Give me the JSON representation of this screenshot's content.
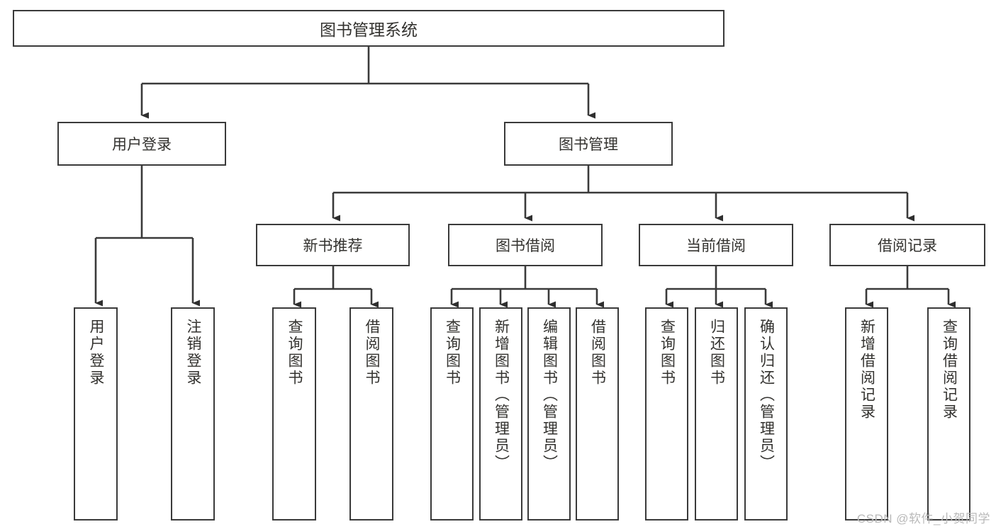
{
  "diagram": {
    "title": "图书管理系统",
    "type": "tree",
    "watermark": "CSDN @软件_小贺同学",
    "root": {
      "label": "图书管理系统"
    },
    "level1": [
      {
        "label": "用户登录"
      },
      {
        "label": "图书管理"
      }
    ],
    "level2": [
      {
        "label": "新书推荐"
      },
      {
        "label": "图书借阅"
      },
      {
        "label": "当前借阅"
      },
      {
        "label": "借阅记录"
      }
    ],
    "leaves": {
      "user_login": [
        {
          "label": "用户登录"
        },
        {
          "label": "注销登录"
        }
      ],
      "new_book_recommend": [
        {
          "label": "查询图书"
        },
        {
          "label": "借阅图书"
        }
      ],
      "book_borrow": [
        {
          "label": "查询图书"
        },
        {
          "label": "新增图书（管理员）"
        },
        {
          "label": "编辑图书（管理员）"
        },
        {
          "label": "借阅图书"
        }
      ],
      "current_borrow": [
        {
          "label": "查询图书"
        },
        {
          "label": "归还图书"
        },
        {
          "label": "确认归还（管理员）"
        }
      ],
      "borrow_record": [
        {
          "label": "新增借阅记录"
        },
        {
          "label": "查询借阅记录"
        }
      ]
    },
    "colors": {
      "box_border": "#3a3a3a",
      "box_fill": "#ffffff",
      "text": "#33322f",
      "connector": "#3a3a3a",
      "watermark": "#b9b9b9"
    }
  }
}
